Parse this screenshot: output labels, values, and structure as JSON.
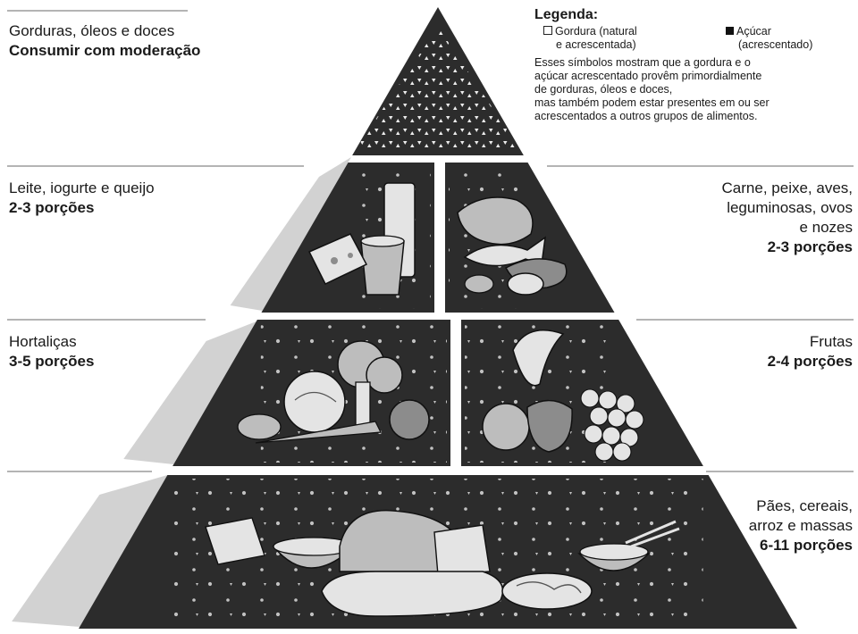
{
  "tiers": [
    {
      "id": "fats",
      "name": "Gorduras, óleos e doces",
      "serving": "Consumir com moderação"
    },
    {
      "id": "dairy",
      "name": "Leite, iogurte e queijo",
      "serving": "2-3 porções"
    },
    {
      "id": "protein",
      "name_lines": [
        "Carne, peixe, aves,",
        "leguminosas, ovos",
        "e nozes"
      ],
      "serving": "2-3 porções"
    },
    {
      "id": "vegetables",
      "name": "Hortaliças",
      "serving": "3-5 porções"
    },
    {
      "id": "fruits",
      "name": "Frutas",
      "serving": "2-4 porções"
    },
    {
      "id": "grains",
      "name_lines": [
        "Pães, cereais,",
        "arroz e massas"
      ],
      "serving": "6-11 porções"
    }
  ],
  "legend": {
    "title": "Legenda:",
    "fat_symbol": {
      "icon": "open-triangle",
      "label_lines": [
        "Gordura (natural",
        "e acrescentada)"
      ]
    },
    "sugar_symbol": {
      "icon": "solid-triangle",
      "label_lines": [
        "Açúcar",
        "(acrescentado)"
      ]
    },
    "note_lines": [
      "Esses símbolos mostram que a gordura e o",
      "açúcar acrescentado provêm primordialmente",
      "de gorduras, óleos e doces,",
      "mas também podem estar presentes em ou ser",
      "acrescentados a outros grupos de alimentos."
    ]
  },
  "colors": {
    "tier_fill": "#2c2c2c",
    "side_face": "#d2d2d2",
    "food_light": "#e4e4e4",
    "food_mid": "#bdbdbd",
    "food_dark": "#8c8c8c"
  }
}
